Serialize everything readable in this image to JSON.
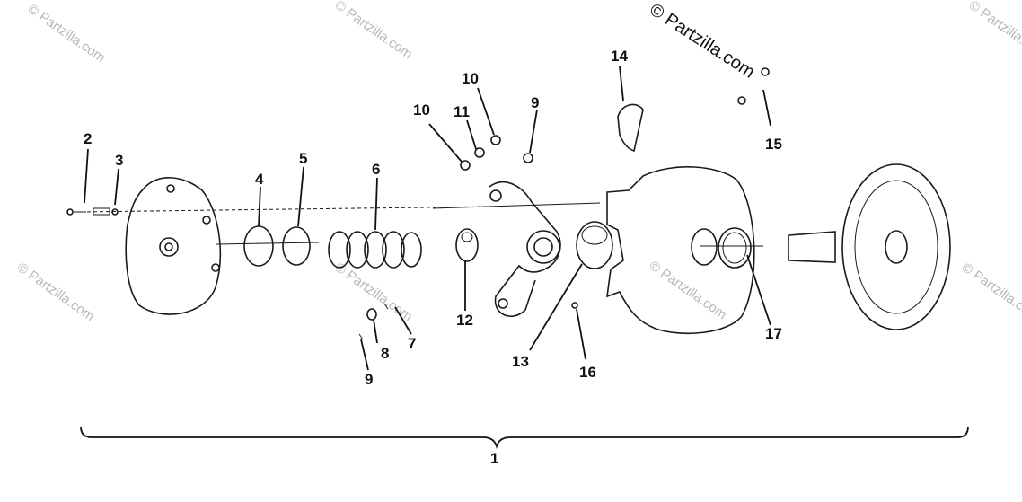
{
  "watermark": {
    "main": "© Partzilla.com",
    "tile": "© Partzilla.com"
  },
  "callouts": {
    "c1": "1",
    "c2": "2",
    "c3": "3",
    "c4": "4",
    "c5": "5",
    "c6": "6",
    "c7": "7",
    "c8": "8",
    "c9a": "9",
    "c9b": "9",
    "c10a": "10",
    "c10b": "10",
    "c11": "11",
    "c12": "12",
    "c13": "13",
    "c14": "14",
    "c15": "15",
    "c16": "16",
    "c17": "17"
  }
}
